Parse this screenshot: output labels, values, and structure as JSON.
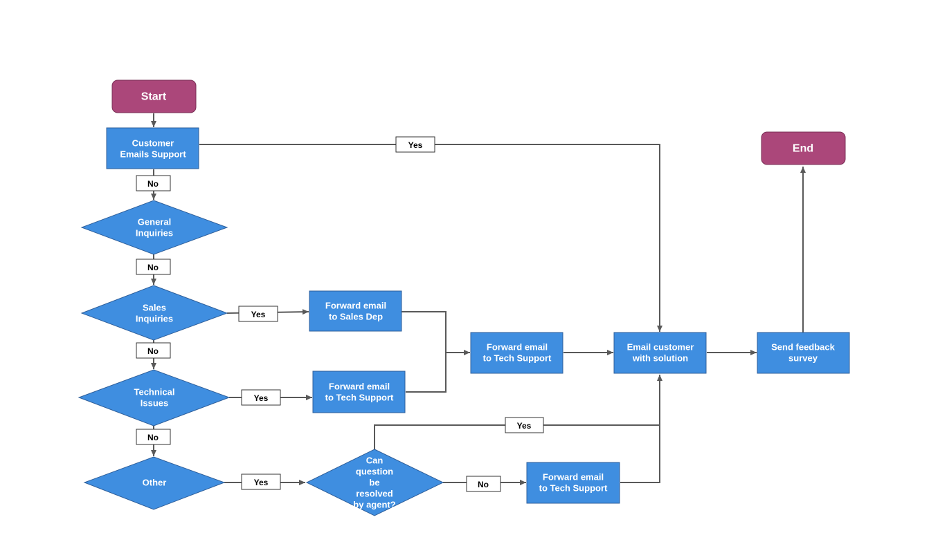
{
  "colors": {
    "terminal": "#ab477a",
    "process": "#3f8ee0",
    "connector": "#595959",
    "label_box_border": "#333333"
  },
  "nodes": {
    "start": {
      "lines": [
        "Start"
      ]
    },
    "emails_support": {
      "lines": [
        "Customer",
        "Emails Support"
      ]
    },
    "general_inquiries": {
      "lines": [
        "General",
        "Inquiries"
      ]
    },
    "sales_inquiries": {
      "lines": [
        "Sales",
        "Inquiries"
      ]
    },
    "technical_issues": {
      "lines": [
        "Technical",
        "Issues"
      ]
    },
    "other": {
      "lines": [
        "Other"
      ]
    },
    "forward_sales": {
      "lines": [
        "Forward email",
        "to Sales Dep"
      ]
    },
    "forward_tech_1": {
      "lines": [
        "Forward email",
        "to Tech Support"
      ]
    },
    "forward_tech_2": {
      "lines": [
        "Forward email",
        "to Tech Support"
      ]
    },
    "forward_tech_3": {
      "lines": [
        "Forward email",
        "to Tech Support"
      ]
    },
    "can_resolve": {
      "lines": [
        "Can",
        "question",
        "be",
        "resolved",
        "by agent?"
      ]
    },
    "email_solution": {
      "lines": [
        "Email customer",
        "with solution"
      ]
    },
    "feedback_survey": {
      "lines": [
        "Send feedback",
        "survey"
      ]
    },
    "end": {
      "lines": [
        "End"
      ]
    }
  },
  "edge_labels": {
    "emails_yes": "Yes",
    "emails_no": "No",
    "general_no": "No",
    "sales_yes": "Yes",
    "sales_no": "No",
    "technical_yes": "Yes",
    "technical_no": "No",
    "other_yes": "Yes",
    "resolve_yes": "Yes",
    "resolve_no": "No"
  }
}
